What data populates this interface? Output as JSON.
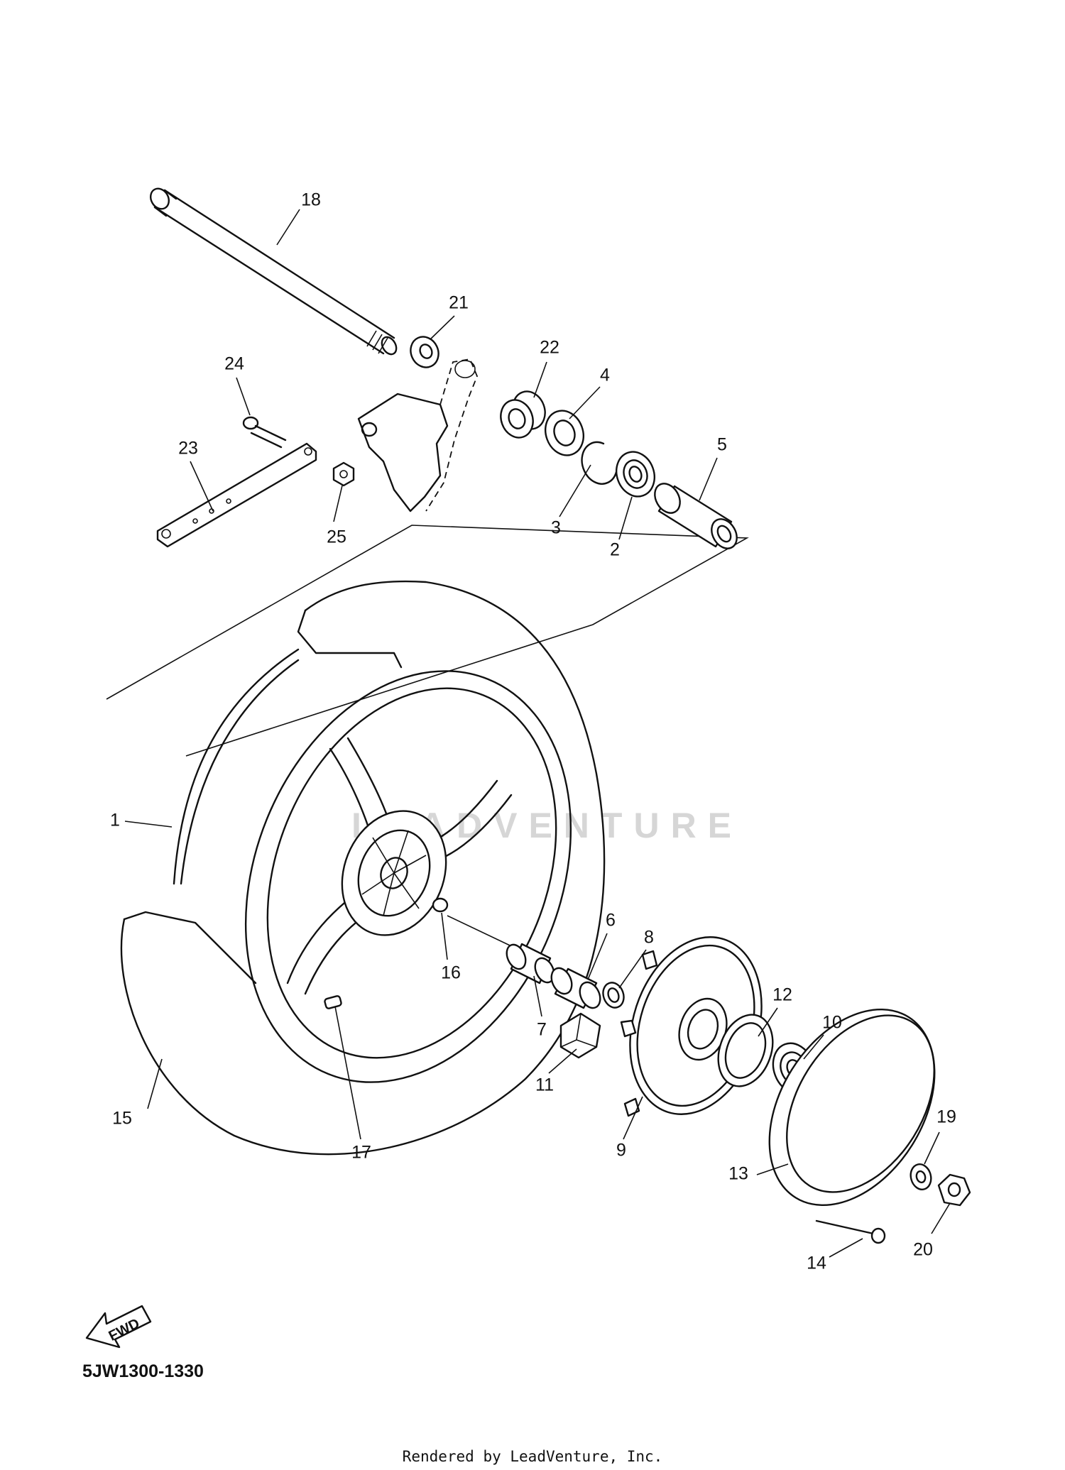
{
  "diagram": {
    "code": "5JW1300-1330",
    "footer": "Rendered by LeadVenture, Inc.",
    "watermark": "LEADVENTURE",
    "fwd_label": "FWD"
  },
  "callouts": [
    {
      "id": "1",
      "label": "1"
    },
    {
      "id": "2",
      "label": "2"
    },
    {
      "id": "3",
      "label": "3"
    },
    {
      "id": "4",
      "label": "4"
    },
    {
      "id": "5",
      "label": "5"
    },
    {
      "id": "6",
      "label": "6"
    },
    {
      "id": "7",
      "label": "7"
    },
    {
      "id": "8",
      "label": "8"
    },
    {
      "id": "9",
      "label": "9"
    },
    {
      "id": "10",
      "label": "10"
    },
    {
      "id": "11",
      "label": "11"
    },
    {
      "id": "12",
      "label": "12"
    },
    {
      "id": "13",
      "label": "13"
    },
    {
      "id": "14",
      "label": "14"
    },
    {
      "id": "15",
      "label": "15"
    },
    {
      "id": "16",
      "label": "16"
    },
    {
      "id": "17",
      "label": "17"
    },
    {
      "id": "18",
      "label": "18"
    },
    {
      "id": "19",
      "label": "19"
    },
    {
      "id": "20",
      "label": "20"
    },
    {
      "id": "21",
      "label": "21"
    },
    {
      "id": "22",
      "label": "22"
    },
    {
      "id": "23",
      "label": "23"
    },
    {
      "id": "24",
      "label": "24"
    },
    {
      "id": "25",
      "label": "25"
    }
  ]
}
